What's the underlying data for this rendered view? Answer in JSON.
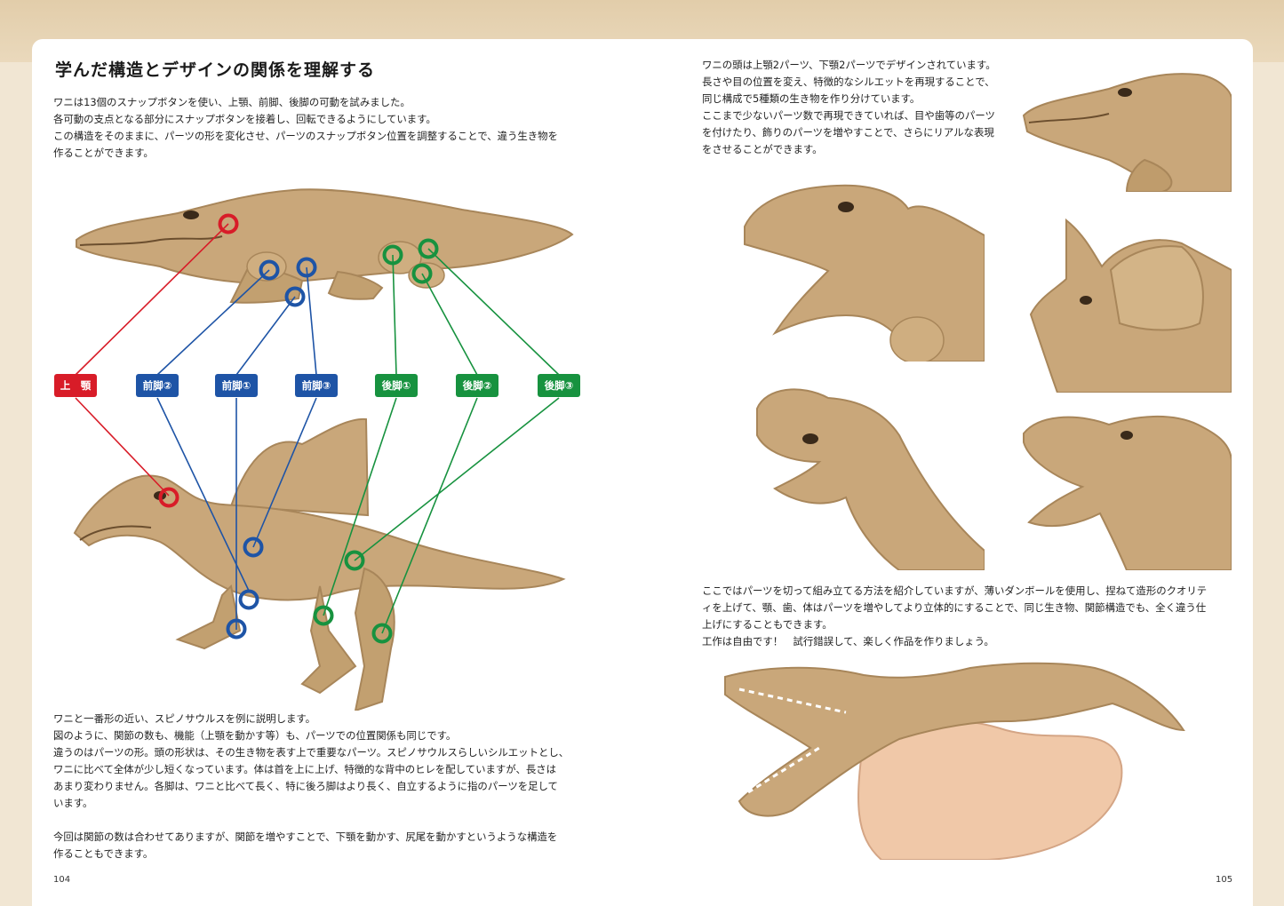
{
  "left_page": {
    "title": "学んだ構造とデザインの関係を理解する",
    "intro": [
      "ワニは13個のスナップボタンを使い、上顎、前脚、後脚の可動を試みました。",
      "各可動の支点となる部分にスナップボタンを接着し、回転できるようにしています。",
      "この構造をそのままに、パーツの形を変化させ、パーツのスナップボタン位置を調整することで、違う生き物を",
      "作ることができます。"
    ],
    "joint_labels": {
      "upper_jaw": "上　顎",
      "front_leg_2": "前脚②",
      "front_leg_1": "前脚①",
      "front_leg_3": "前脚③",
      "hind_leg_1": "後脚①",
      "hind_leg_2": "後脚②",
      "hind_leg_3": "後脚③"
    },
    "body": [
      "ワニと一番形の近い、スピノサウルスを例に説明します。",
      "図のように、関節の数も、機能（上顎を動かす等）も、パーツでの位置関係も同じです。",
      "違うのはパーツの形。頭の形状は、その生き物を表す上で重要なパーツ。スピノサウルスらしいシルエットとし、",
      "ワニに比べて全体が少し短くなっています。体は首を上に上げ、特徴的な背中のヒレを配していますが、長さは",
      "あまり変わりません。各脚は、ワニと比べて長く、特に後ろ脚はより長く、自立するように指のパーツを足して",
      "います。"
    ],
    "body2": [
      "今回は関節の数は合わせてありますが、関節を増やすことで、下顎を動かす、尻尾を動かすというような構造を",
      "作ることもできます。"
    ],
    "page_number": "104"
  },
  "right_page": {
    "intro": [
      "ワニの頭は上顎2パーツ、下顎2パーツでデザインされています。",
      "長さや目の位置を変え、特徴的なシルエットを再現することで、",
      "同じ構成で5種類の生き物を作り分けています。",
      "ここまで少ないパーツ数で再現できていれば、目や歯等のパーツ",
      "を付けたり、飾りのパーツを増やすことで、さらにリアルな表現",
      "をさせることができます。"
    ],
    "body": [
      "ここではパーツを切って組み立てる方法を紹介していますが、薄いダンボールを使用し、捏ねて造形のクオリテ",
      "ィを上げて、顎、歯、体はパーツを増やしてより立体的にすることで、同じ生き物、関節構造でも、全く違う仕",
      "上げにすることもできます。",
      "工作は自由です！　試行錯誤して、楽しく作品を作りましょう。"
    ],
    "page_number": "105"
  },
  "colors": {
    "red": "#d81c28",
    "blue": "#1e54a6",
    "green": "#17923f",
    "cardboard": "#c9a77a",
    "cardboard_dark": "#a8865a",
    "kraft": "#e9d8bd"
  }
}
